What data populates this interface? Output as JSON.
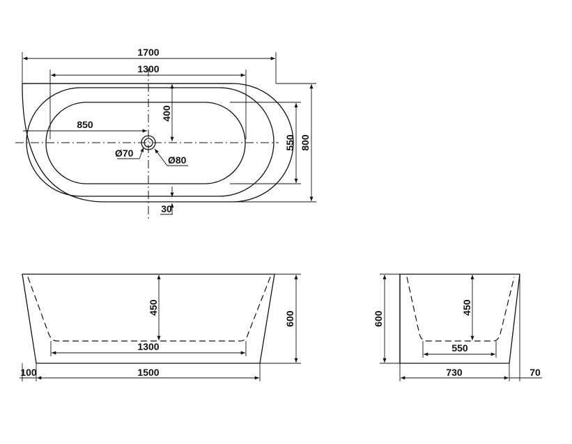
{
  "top_view": {
    "overall_length": "1700",
    "inner_length": "1300",
    "drain_offset": "850",
    "drain_to_top": "400",
    "inner_width": "550",
    "overall_width": "800",
    "drain_diameter": "Ø70",
    "overflow_diameter": "Ø80",
    "rim_offset": "30"
  },
  "front_view": {
    "inner_depth": "450",
    "total_height": "600",
    "bottom_length": "1300",
    "base_length": "1500",
    "side_offset": "100"
  },
  "side_view": {
    "total_height": "600",
    "inner_depth": "450",
    "bottom_width": "550",
    "base_width": "730",
    "side_offset": "70"
  }
}
